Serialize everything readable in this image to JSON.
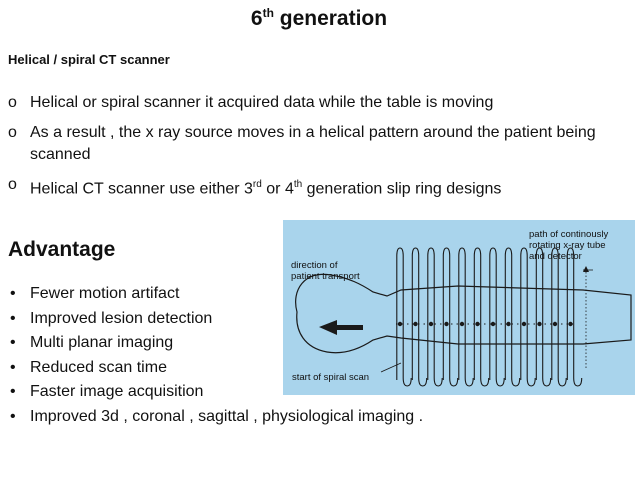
{
  "slide": {
    "title_main": "6",
    "title_sup": "th",
    "title_rest": " generation",
    "subtitle": "Helical / spiral CT scanner",
    "points": [
      {
        "parts": [
          {
            "text": "Helical or spiral scanner it acquired data  while the table is moving"
          }
        ]
      },
      {
        "parts": [
          {
            "text": "As a result , the x ray source moves in a helical pattern around the patient  being scanned"
          }
        ]
      },
      {
        "parts": [
          {
            "text": "Helical CT scanner use either 3"
          },
          {
            "text": "rd",
            "sup": true
          },
          {
            "text": " or 4"
          },
          {
            "text": "th",
            "sup": true
          },
          {
            "text": "  generation slip ring designs"
          }
        ]
      }
    ],
    "bullet_marker": "o",
    "advantage_heading": "Advantage",
    "advantage_marker": "•",
    "advantages": [
      "Fewer motion artifact",
      "Improved lesion detection",
      "Multi planar  imaging",
      "Reduced scan time",
      "Faster image acquisition",
      "Improved 3d ,  coronal , sagittal , physiological imaging ."
    ]
  },
  "figure": {
    "label_direction_line1": "direction of",
    "label_direction_line2": "patient transport",
    "label_path_line1": "path of continously",
    "label_path_line2": "rotating x-ray tube",
    "label_path_line3": "and detector",
    "label_start": "start of spiral scan",
    "colors": {
      "background": "#a9d4ec",
      "outline": "#1a1a1a"
    },
    "coil_count": 12
  }
}
